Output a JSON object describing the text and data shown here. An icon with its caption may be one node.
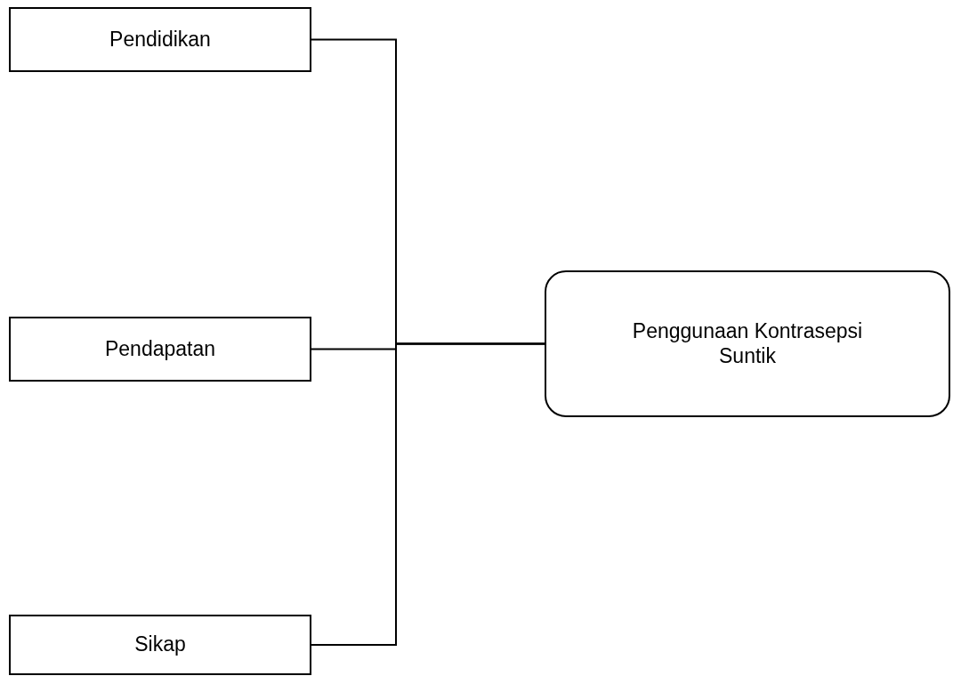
{
  "diagram": {
    "nodes": [
      {
        "text": [
          "Pendidikan"
        ]
      },
      {
        "text": [
          "Pendapatan"
        ]
      },
      {
        "text": [
          "Sikap"
        ]
      },
      {
        "text": [
          "Penggunaan Kontrasepsi Suntik"
        ]
      }
    ],
    "edges": [
      {
        "from": 0,
        "to": 3,
        "arrow": "none"
      },
      {
        "from": 1,
        "to": 3,
        "arrow": "none"
      },
      {
        "from": 2,
        "to": 3,
        "arrow": "none"
      }
    ]
  }
}
